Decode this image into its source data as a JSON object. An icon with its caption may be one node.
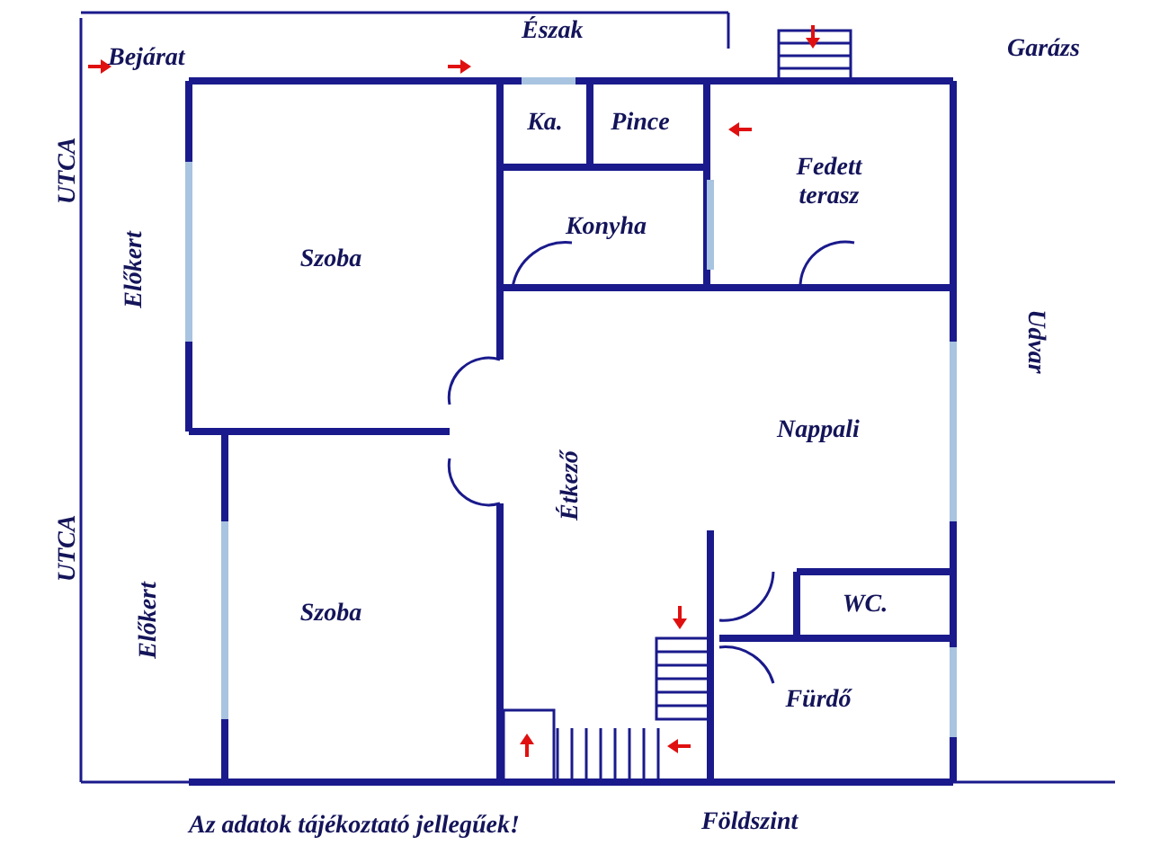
{
  "diagram": {
    "nodes": [
      {
        "text": [
          "Ka."
        ]
      },
      {
        "text": [
          "Pince"
        ]
      },
      {
        "text": [
          "Szoba"
        ]
      },
      {
        "text": [
          "Konyha"
        ]
      },
      {
        "text": [
          "Fedett terasz"
        ]
      },
      {
        "text": [
          "Étkező"
        ]
      },
      {
        "text": [
          "Nappali"
        ]
      },
      {
        "text": [
          "Szoba"
        ]
      },
      {
        "text": [
          "WC."
        ]
      },
      {
        "text": [
          "Fürdő"
        ]
      }
    ],
    "labels": [
      "Észak",
      "Garázs",
      "Bejárat",
      "UTCA",
      "Előkert",
      "Udvar",
      "UTCA",
      "Előkert",
      "Az adatok tájékoztató jellegűek!",
      "Földszint"
    ]
  }
}
